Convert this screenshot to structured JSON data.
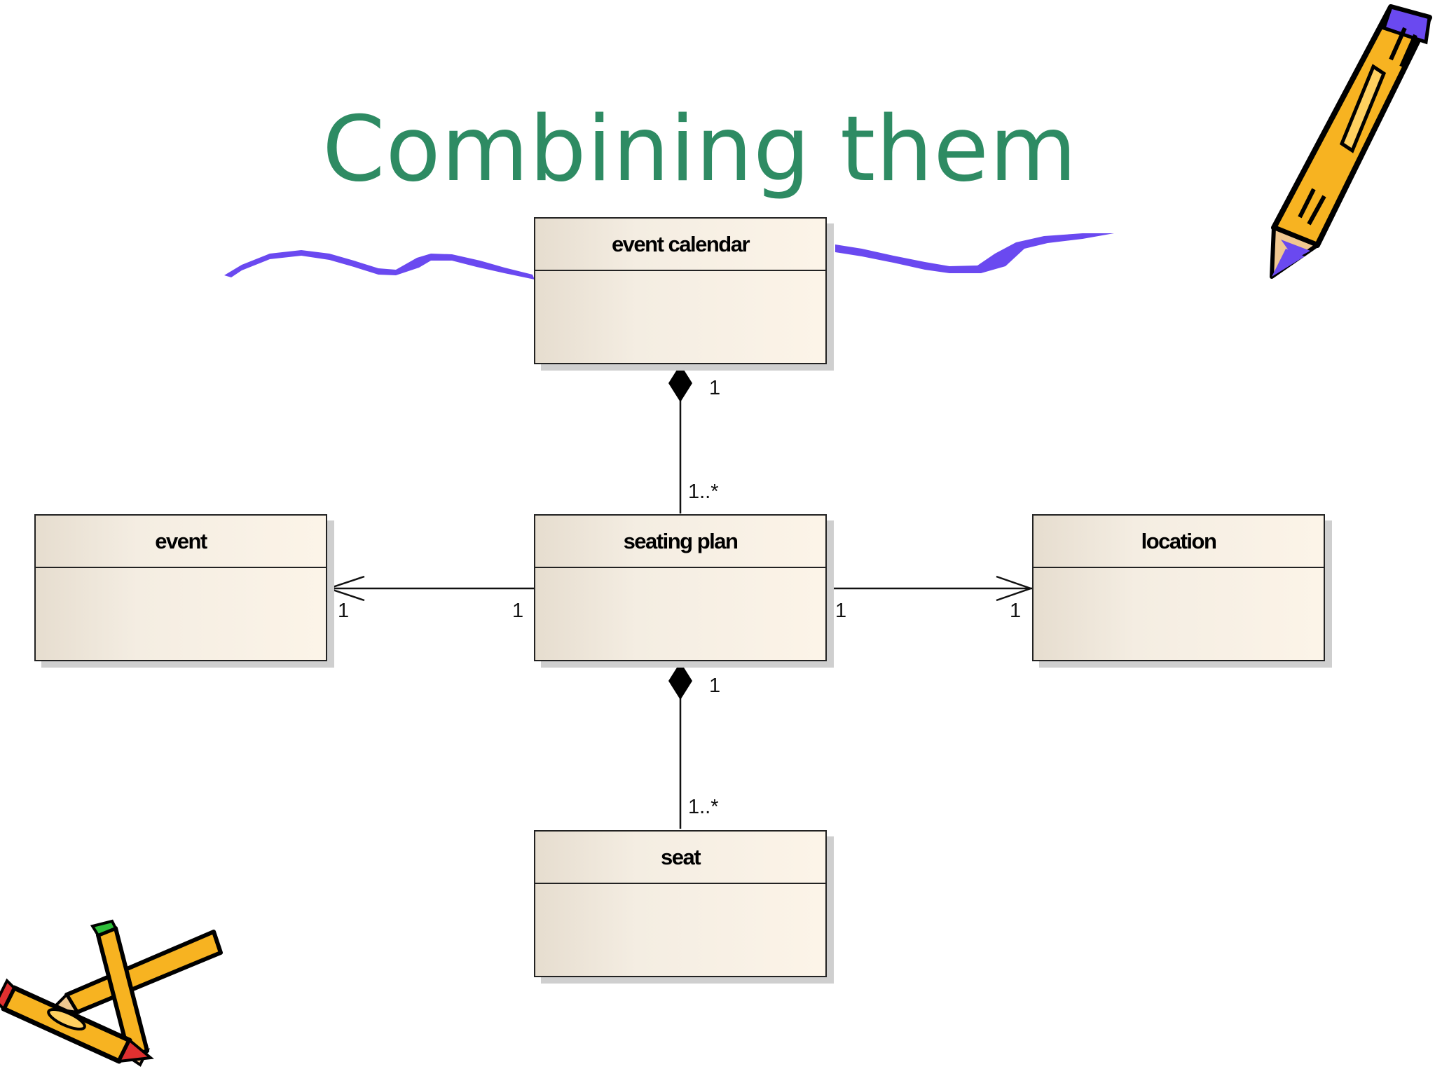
{
  "title": "Combining them",
  "colors": {
    "title": "#2e8b63",
    "squiggle": "#6a49f0",
    "class_fill": "#f6efe4",
    "pencil_yellow": "#f7b321",
    "pencil_outline": "#000000"
  },
  "classes": {
    "event_calendar": "event calendar",
    "event": "event",
    "seating_plan": "seating plan",
    "location": "location",
    "seat": "seat"
  },
  "associations": {
    "calendar_plan": {
      "type": "composition",
      "whole_mult": "1",
      "part_mult": "1..*"
    },
    "plan_event": {
      "type": "navigable-association",
      "source_mult": "1",
      "target_mult": "1"
    },
    "plan_location": {
      "type": "navigable-association",
      "source_mult": "1",
      "target_mult": "1"
    },
    "plan_seat": {
      "type": "composition",
      "whole_mult": "1",
      "part_mult": "1..*"
    }
  },
  "decorations": [
    "squiggle-line",
    "pencil-icon",
    "crossed-pencils-icon"
  ]
}
